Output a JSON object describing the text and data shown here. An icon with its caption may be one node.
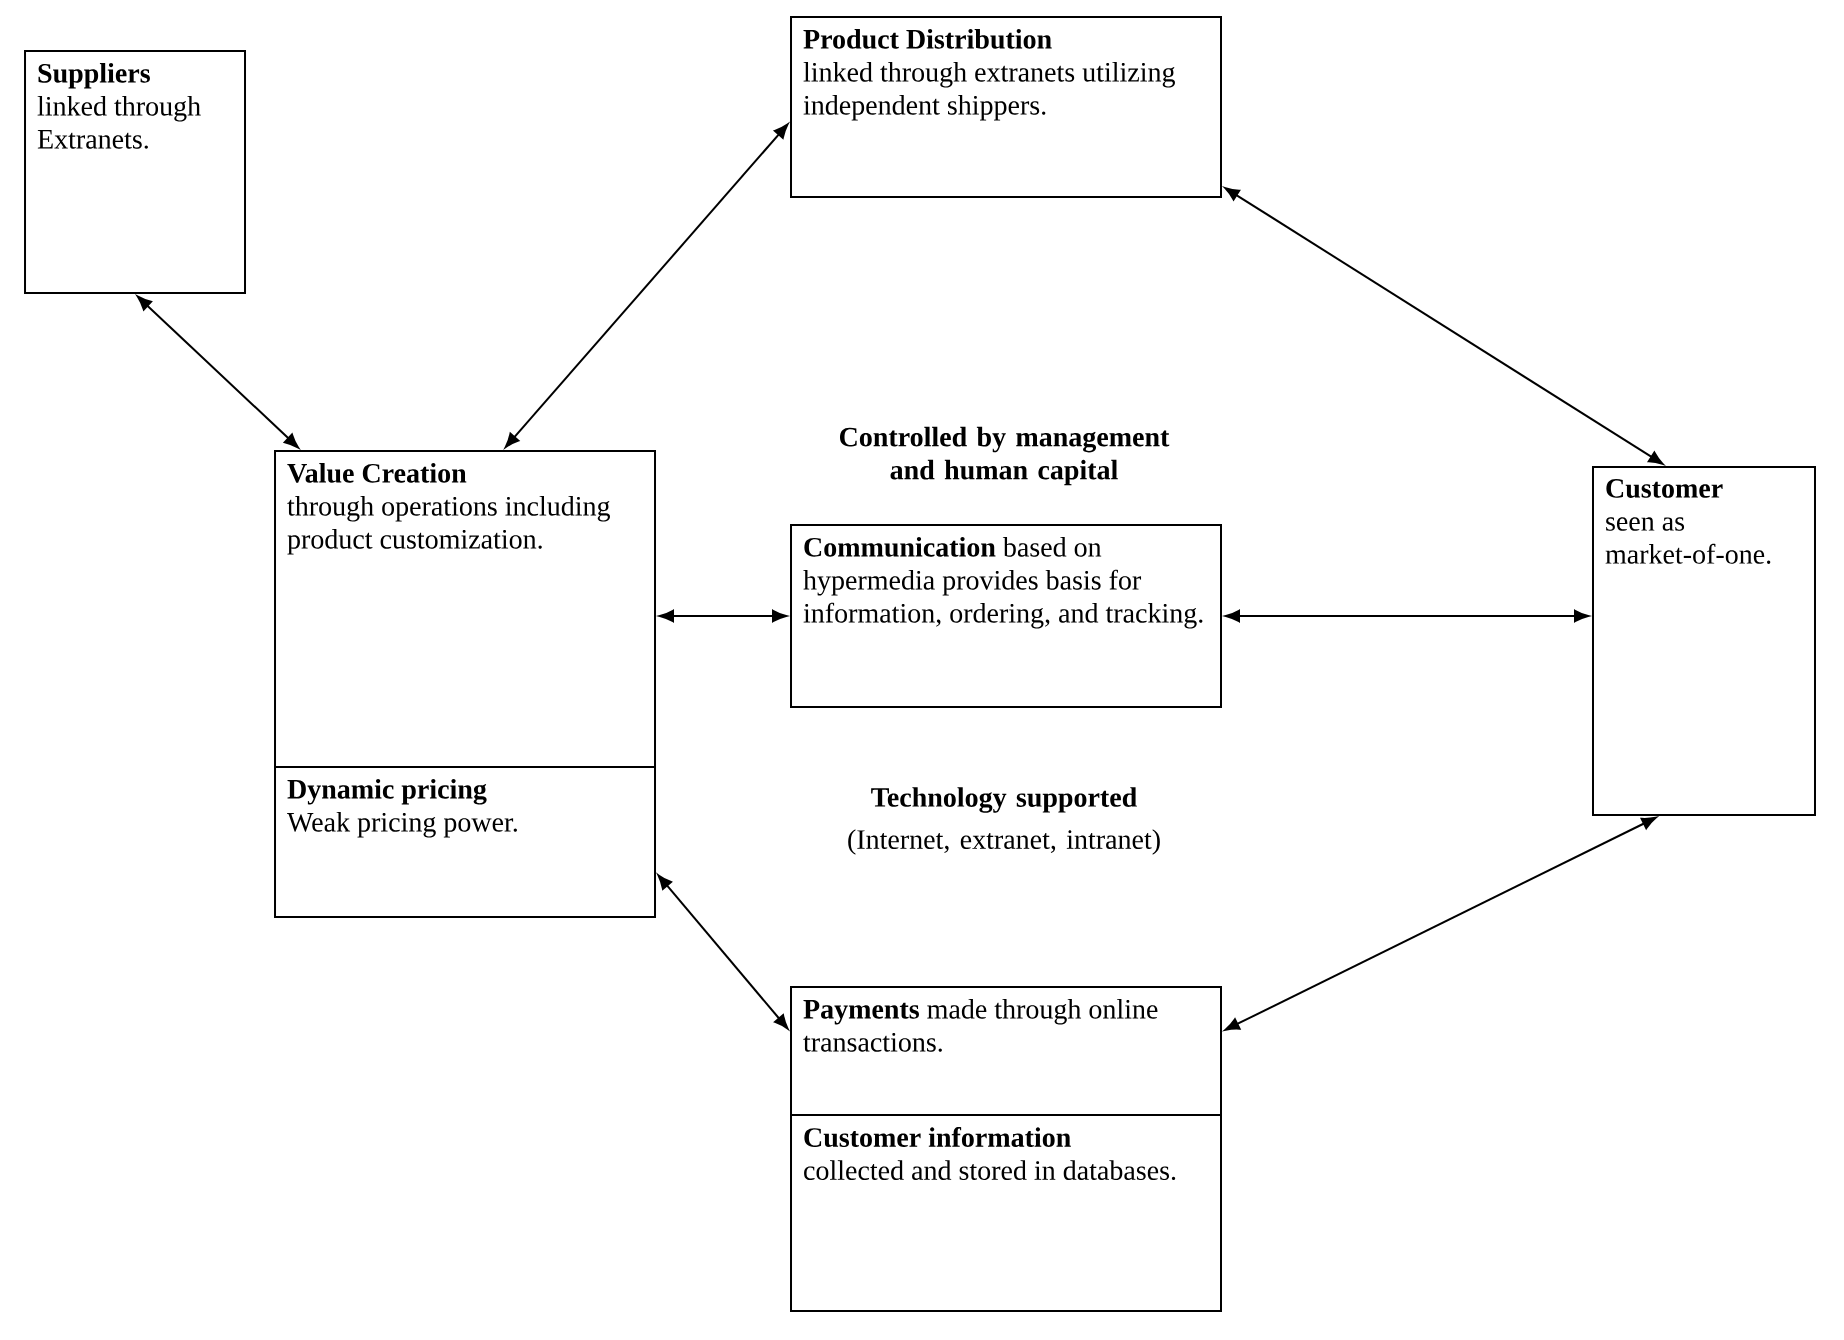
{
  "diagram": {
    "nodes": [
      {
        "text": [
          "Suppliers",
          "linked through Extranets."
        ]
      },
      {
        "text": [
          "Product Distribution",
          "linked through extranets utilizing independent shippers."
        ]
      },
      {
        "text": [
          "Value Creation",
          "through operations including product customization."
        ]
      },
      {
        "text": [
          "Dynamic pricing",
          "Weak pricing power."
        ]
      },
      {
        "text": [
          "**Communication** based on hypermedia provides basis for information, ordering, and tracking."
        ]
      },
      {
        "text": [
          "Customer",
          "seen as market-of-one."
        ]
      },
      {
        "text": [
          "**Payments** made through online transactions."
        ]
      },
      {
        "text": [
          "Customer information",
          "collected and stored in databases."
        ]
      }
    ],
    "edges": [
      {
        "from": 0,
        "to": 2,
        "arrow": "both"
      },
      {
        "from": 2,
        "to": 1,
        "arrow": "both"
      },
      {
        "from": 1,
        "to": 5,
        "arrow": "both"
      },
      {
        "from": 2,
        "to": 4,
        "arrow": "both"
      },
      {
        "from": 4,
        "to": 5,
        "arrow": "both"
      },
      {
        "from": 3,
        "to": 6,
        "arrow": "both"
      },
      {
        "from": 5,
        "to": 6,
        "arrow": "both"
      }
    ],
    "labels": [
      "Controlled by management and human capital",
      "Technology supported",
      "(Internet, extranet, intranet)"
    ]
  }
}
